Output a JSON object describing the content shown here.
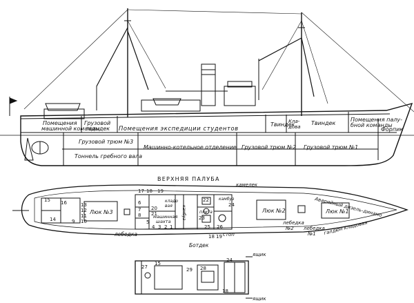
{
  "profile": {
    "labels": {
      "engine_crew": [
        "Помещения",
        "машинной команды"
      ],
      "cargo_tweendeck": [
        "Грузовой",
        "твиндек"
      ],
      "expedition": "Помещения экспедиции студентов",
      "tweendeck_1": "Твиндек",
      "pantry": [
        "Кла-",
        "дова"
      ],
      "tweendeck_2": "Твиндек",
      "deck_crew": [
        "Помещения палу-",
        "бной команды"
      ],
      "forepeak": "Форпик",
      "hold_3": "Грузовой трюм №3",
      "shaft_tunnel": "Тоннель гребного вала",
      "engine_room": "Машинно-котельное отделение",
      "hold_2": "Грузовой трюм №2",
      "hold_1": "Грузовой трюм №1"
    }
  },
  "upper_deck": {
    "title": "ВЕРХНЯЯ ПАЛУБА",
    "labels": {
      "hatch_3": "Люк №3",
      "hatch_2": "Люк №2",
      "hatch_1": "Люк №1",
      "winch_left": "лебедка",
      "machine_shaft": [
        "машинная",
        "шахта"
      ],
      "storage": [
        "кладо",
        "вая"
      ],
      "caboose": "камбуз",
      "stove": "плита",
      "galley": "камбуз",
      "aux_diesel": "Аварийный дизель-динамо",
      "lamp_store": "галдюн кладовая",
      "winch_2": [
        "лебедка",
        "№2"
      ],
      "winch_1": [
        "лебедка",
        "№1"
      ],
      "boat_deck": "Ботдек",
      "stop": "стоп",
      "kamelek": "камелек"
    },
    "numbers": [
      "15",
      "16",
      "13",
      "12",
      "11",
      "10",
      "9",
      "14",
      "17",
      "18",
      "19",
      "20",
      "21",
      "6",
      "7",
      "8",
      "5",
      "4",
      "3",
      "2",
      "1",
      "22",
      "23",
      "24",
      "25",
      "26",
      "18",
      "19"
    ]
  },
  "boat_deck": {
    "numbers": [
      "27",
      "15",
      "29",
      "28",
      "24",
      "18"
    ],
    "labels": {
      "box_top": "ящик",
      "box_bottom": "ящик"
    }
  },
  "colors": {
    "ink": "#111111",
    "background": "#ffffff"
  }
}
